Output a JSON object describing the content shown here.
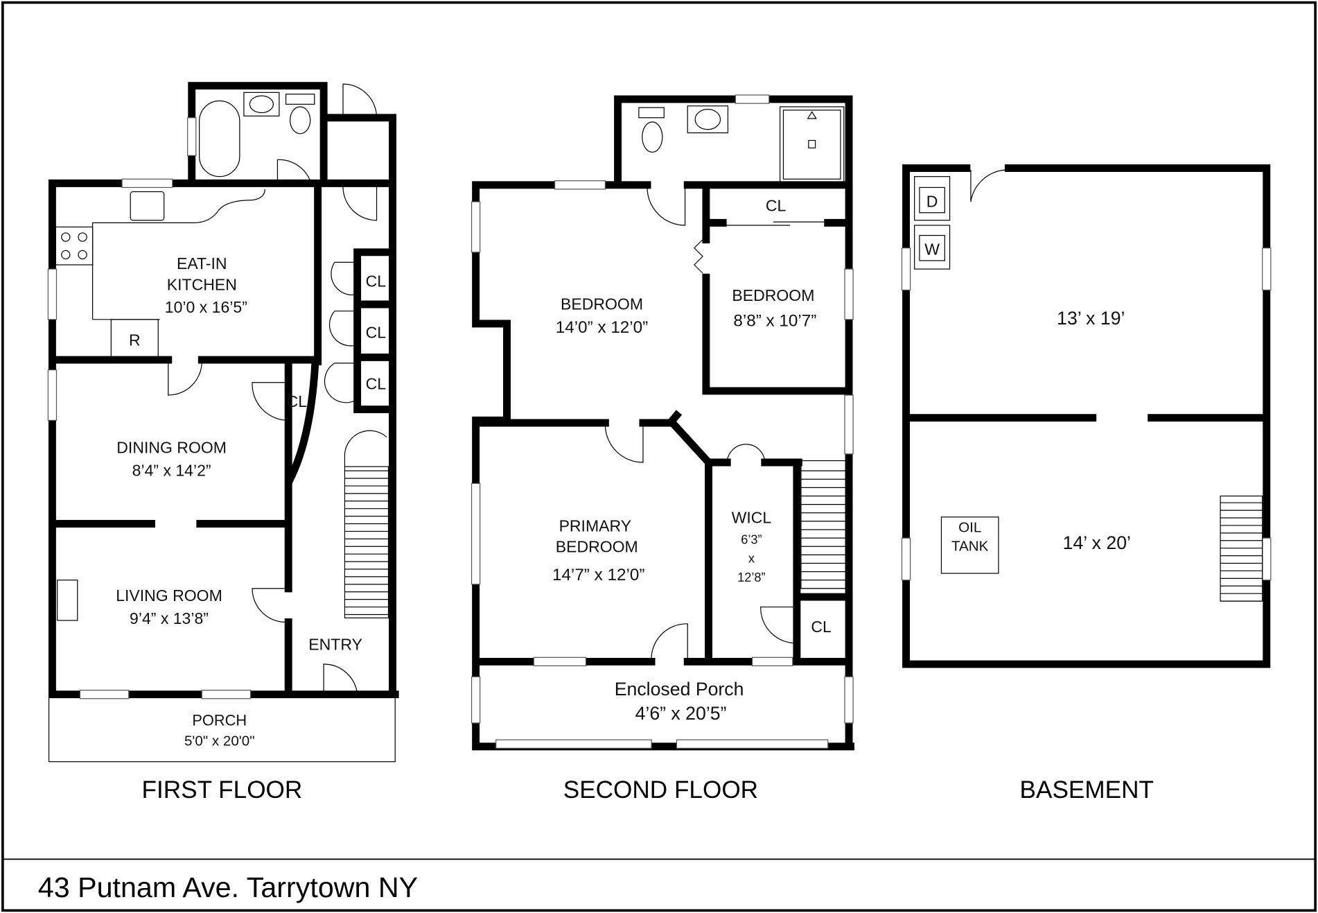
{
  "title": "43 Putnam Ave. Tarrytown NY",
  "first_floor": {
    "caption": "FIRST FLOOR",
    "kitchen": {
      "name1": "EAT-IN",
      "name2": "KITCHEN",
      "size": "10’0 x 16’5”"
    },
    "refrigerator": "R",
    "closets": [
      "CL",
      "CL",
      "CL",
      "CL"
    ],
    "dining": {
      "name": "DINING ROOM",
      "size": "8’4” x 14’2”"
    },
    "living": {
      "name": "LIVING ROOM",
      "size": "9’4” x 13’8”"
    },
    "entry": "ENTRY",
    "porch": {
      "name": "PORCH",
      "size": "5'0\" x 20'0\""
    }
  },
  "second_floor": {
    "caption": "SECOND FLOOR",
    "bedroom1": {
      "name": "BEDROOM",
      "size": "14’0” x 12’0”"
    },
    "bedroom2": {
      "name": "BEDROOM",
      "size": "8’8” x 10’7”"
    },
    "closet_top": "CL",
    "closet_small": "CL",
    "primary": {
      "name1": "PRIMARY",
      "name2": "BEDROOM",
      "size": "14’7” x 12’0”"
    },
    "wicl": {
      "name": "WICL",
      "w": "6’3”",
      "x": "x",
      "h": "12’8”"
    },
    "porch": {
      "name": "Enclosed Porch",
      "size": "4’6” x 20’5”"
    }
  },
  "basement": {
    "caption": "BASEMENT",
    "dryer": "D",
    "washer": "W",
    "upper": "13’ x 19’",
    "oil1": "OIL",
    "oil2": "TANK",
    "lower": "14’ x 20’"
  }
}
